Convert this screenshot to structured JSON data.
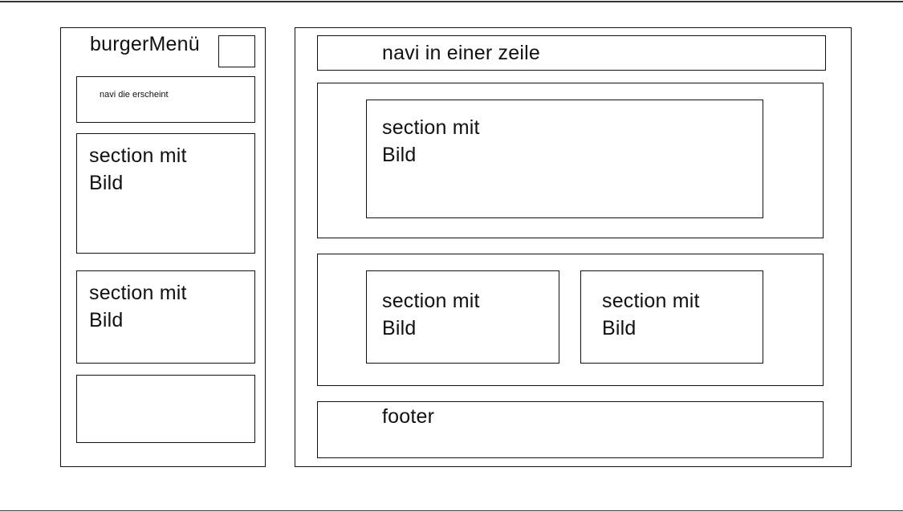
{
  "mobile": {
    "title": "burgerMenü",
    "nav_text": "navi die erscheint",
    "sections": [
      "section mit\nBild",
      "section mit\nBild"
    ]
  },
  "desktop": {
    "nav_text": "navi in einer zeile",
    "hero_section": "section mit\nBild",
    "row_sections": [
      "section mit\nBild",
      "section mit\nBild"
    ],
    "footer": "footer"
  }
}
